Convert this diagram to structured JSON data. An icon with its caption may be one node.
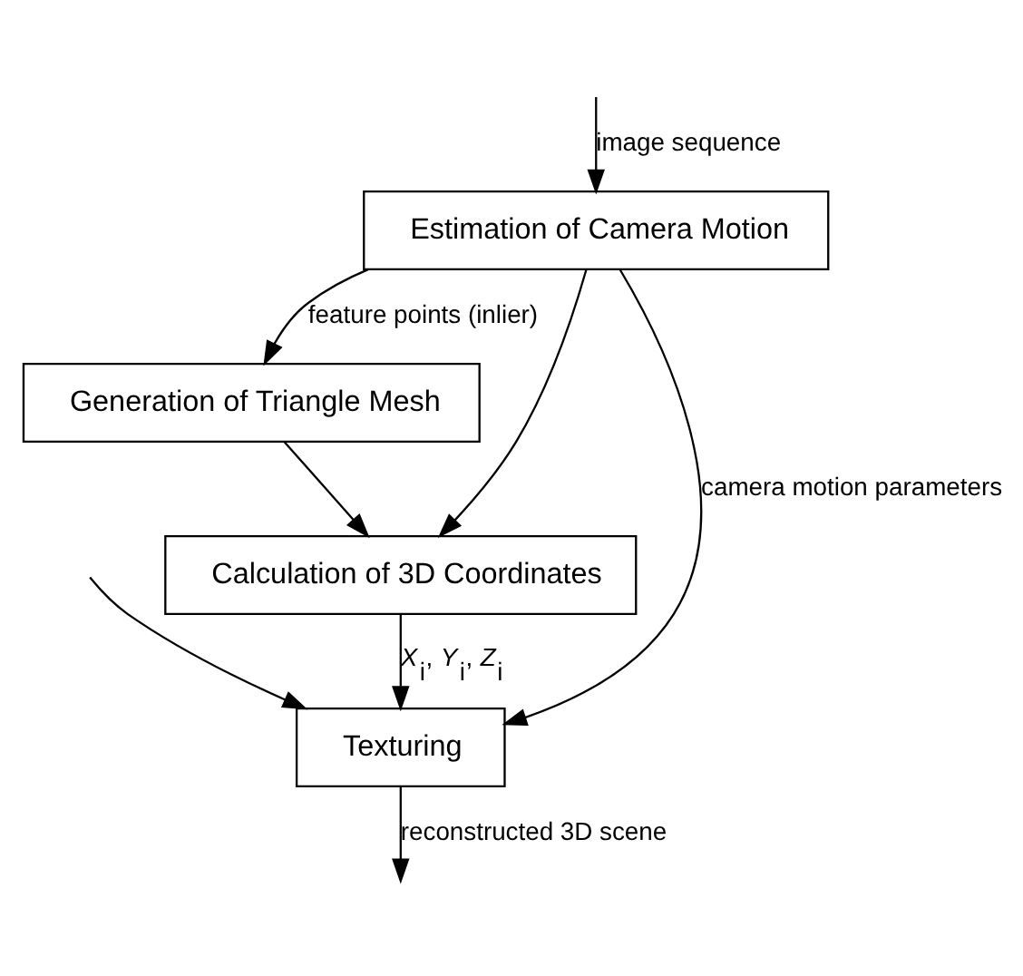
{
  "diagram": {
    "nodes": [
      {
        "text": [
          "Estimation of Camera Motion"
        ]
      },
      {
        "text": [
          "Generation of Triangle Mesh"
        ]
      },
      {
        "text": [
          "Calculation of 3D Coordinates"
        ]
      },
      {
        "text": [
          "Texturing"
        ]
      }
    ],
    "edges": [
      {
        "from": null,
        "to": 0,
        "arrow": "to",
        "label": "image sequence"
      },
      {
        "from": null,
        "to": 3,
        "arrow": "to"
      },
      {
        "from": 0,
        "to": 1,
        "arrow": "to",
        "label": "feature points (inlier)"
      },
      {
        "from": 1,
        "to": 2,
        "arrow": "to"
      },
      {
        "from": 0,
        "to": 3,
        "arrow": "to",
        "label": "camera motion parameters"
      },
      {
        "from": 0,
        "to": 2,
        "arrow": "to"
      },
      {
        "from": 2,
        "to": 3,
        "arrow": "to",
        "label": "*X*$_{i}$, *Y*$_{i}$, *Z*$_{i}$"
      },
      {
        "from": 3,
        "to": null,
        "arrow": "to",
        "label": "reconstructed 3D scene"
      }
    ]
  }
}
